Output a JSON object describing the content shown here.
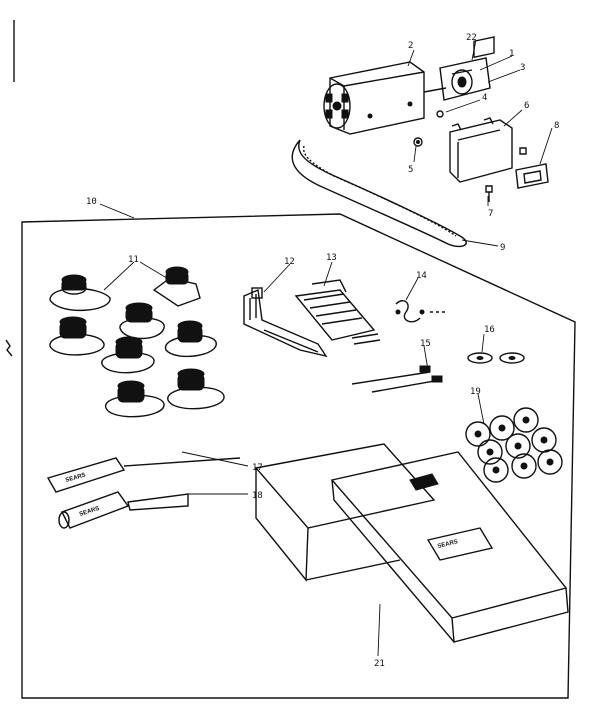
{
  "diagram": {
    "callouts": [
      "1",
      "2",
      "3",
      "4",
      "5",
      "6",
      "7",
      "8",
      "9",
      "10",
      "11",
      "12",
      "13",
      "14",
      "15",
      "16",
      "17",
      "18",
      "19",
      "21",
      "22"
    ],
    "screwdriver_small_text": "SEARS",
    "screwdriver_large_text": "SEARS",
    "box_label": "SEARS"
  },
  "colors": {
    "ink": "#111111",
    "paper": "#ffffff"
  }
}
